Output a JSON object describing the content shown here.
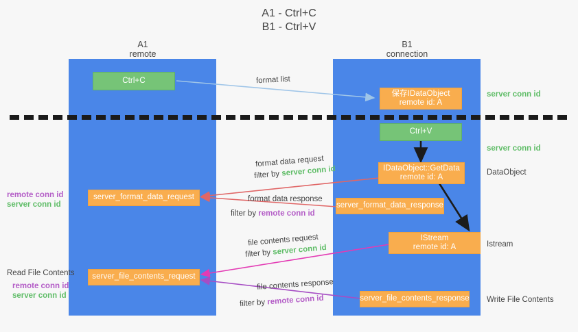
{
  "title": {
    "line1": "A1 - Ctrl+C",
    "line2": "B1 - Ctrl+V"
  },
  "lanes": [
    {
      "id": "a1",
      "name": "A1",
      "subtitle": "remote",
      "color": "#4a86e8"
    },
    {
      "id": "b1",
      "name": "B1",
      "subtitle": "connection",
      "color": "#4a86e8"
    }
  ],
  "colors": {
    "lane": "#4a86e8",
    "green_box": "#76c477",
    "orange_box": "#f9ad4e",
    "server_conn_id": "#60bd68",
    "remote_conn_id": "#b45ec7",
    "arrow_blue": "#9fc5e8",
    "arrow_red": "#e06666",
    "arrow_magenta": "#e33bb4",
    "arrow_purple": "#a64dc4",
    "arrow_dark": "#1b1b1b",
    "divider": "#1b1b1b"
  },
  "boxes": [
    {
      "id": "ctrl-c",
      "label": "Ctrl+C",
      "sublabel": "",
      "style": "green"
    },
    {
      "id": "save-idataobject",
      "label": "保存IDataObject",
      "sublabel": "remote id: A",
      "style": "orange"
    },
    {
      "id": "ctrl-v",
      "label": "Ctrl+V",
      "sublabel": "",
      "style": "green"
    },
    {
      "id": "idataobject-getdata",
      "label": "IDataObject::GetData",
      "sublabel": "remote id: A",
      "style": "orange"
    },
    {
      "id": "server-format-data-request",
      "label": "server_format_data_request",
      "sublabel": "",
      "style": "orange"
    },
    {
      "id": "server-format-data-response",
      "label": "server_format_data_response",
      "sublabel": "",
      "style": "orange"
    },
    {
      "id": "istream",
      "label": "IStream",
      "sublabel": "remote id: A",
      "style": "orange"
    },
    {
      "id": "server-file-contents-request",
      "label": "server_file_contents_request",
      "sublabel": "",
      "style": "orange"
    },
    {
      "id": "server-file-contents-response",
      "label": "server_file_contents_response",
      "sublabel": "",
      "style": "orange"
    }
  ],
  "edge_labels": {
    "format_list": "format list",
    "format_data_request": "format data request",
    "format_data_request_filter_prefix": "filter by ",
    "format_data_request_filter_value": "server conn id",
    "format_data_response": "format data response",
    "format_data_response_filter_prefix": "filter by ",
    "format_data_response_filter_value": "remote conn id",
    "file_contents_request": "file contents request",
    "file_contents_request_filter_prefix": "filter by ",
    "file_contents_request_filter_value": "server conn id",
    "file_contents_response": "file contents response",
    "file_contents_response_filter_prefix": "filter by ",
    "file_contents_response_filter_value": "remote conn id"
  },
  "right_labels": {
    "server_conn_id_top": "server conn id",
    "server_conn_id_mid": "server conn id",
    "dataobject": "DataObject",
    "istream": "Istream",
    "write_file_contents": "Write File Contents"
  },
  "left_labels": {
    "remote_conn_id_1": "remote conn id",
    "server_conn_id_1": "server conn id",
    "read_file_contents": "Read File Contents",
    "remote_conn_id_2": "remote conn id",
    "server_conn_id_2": "server conn id"
  }
}
